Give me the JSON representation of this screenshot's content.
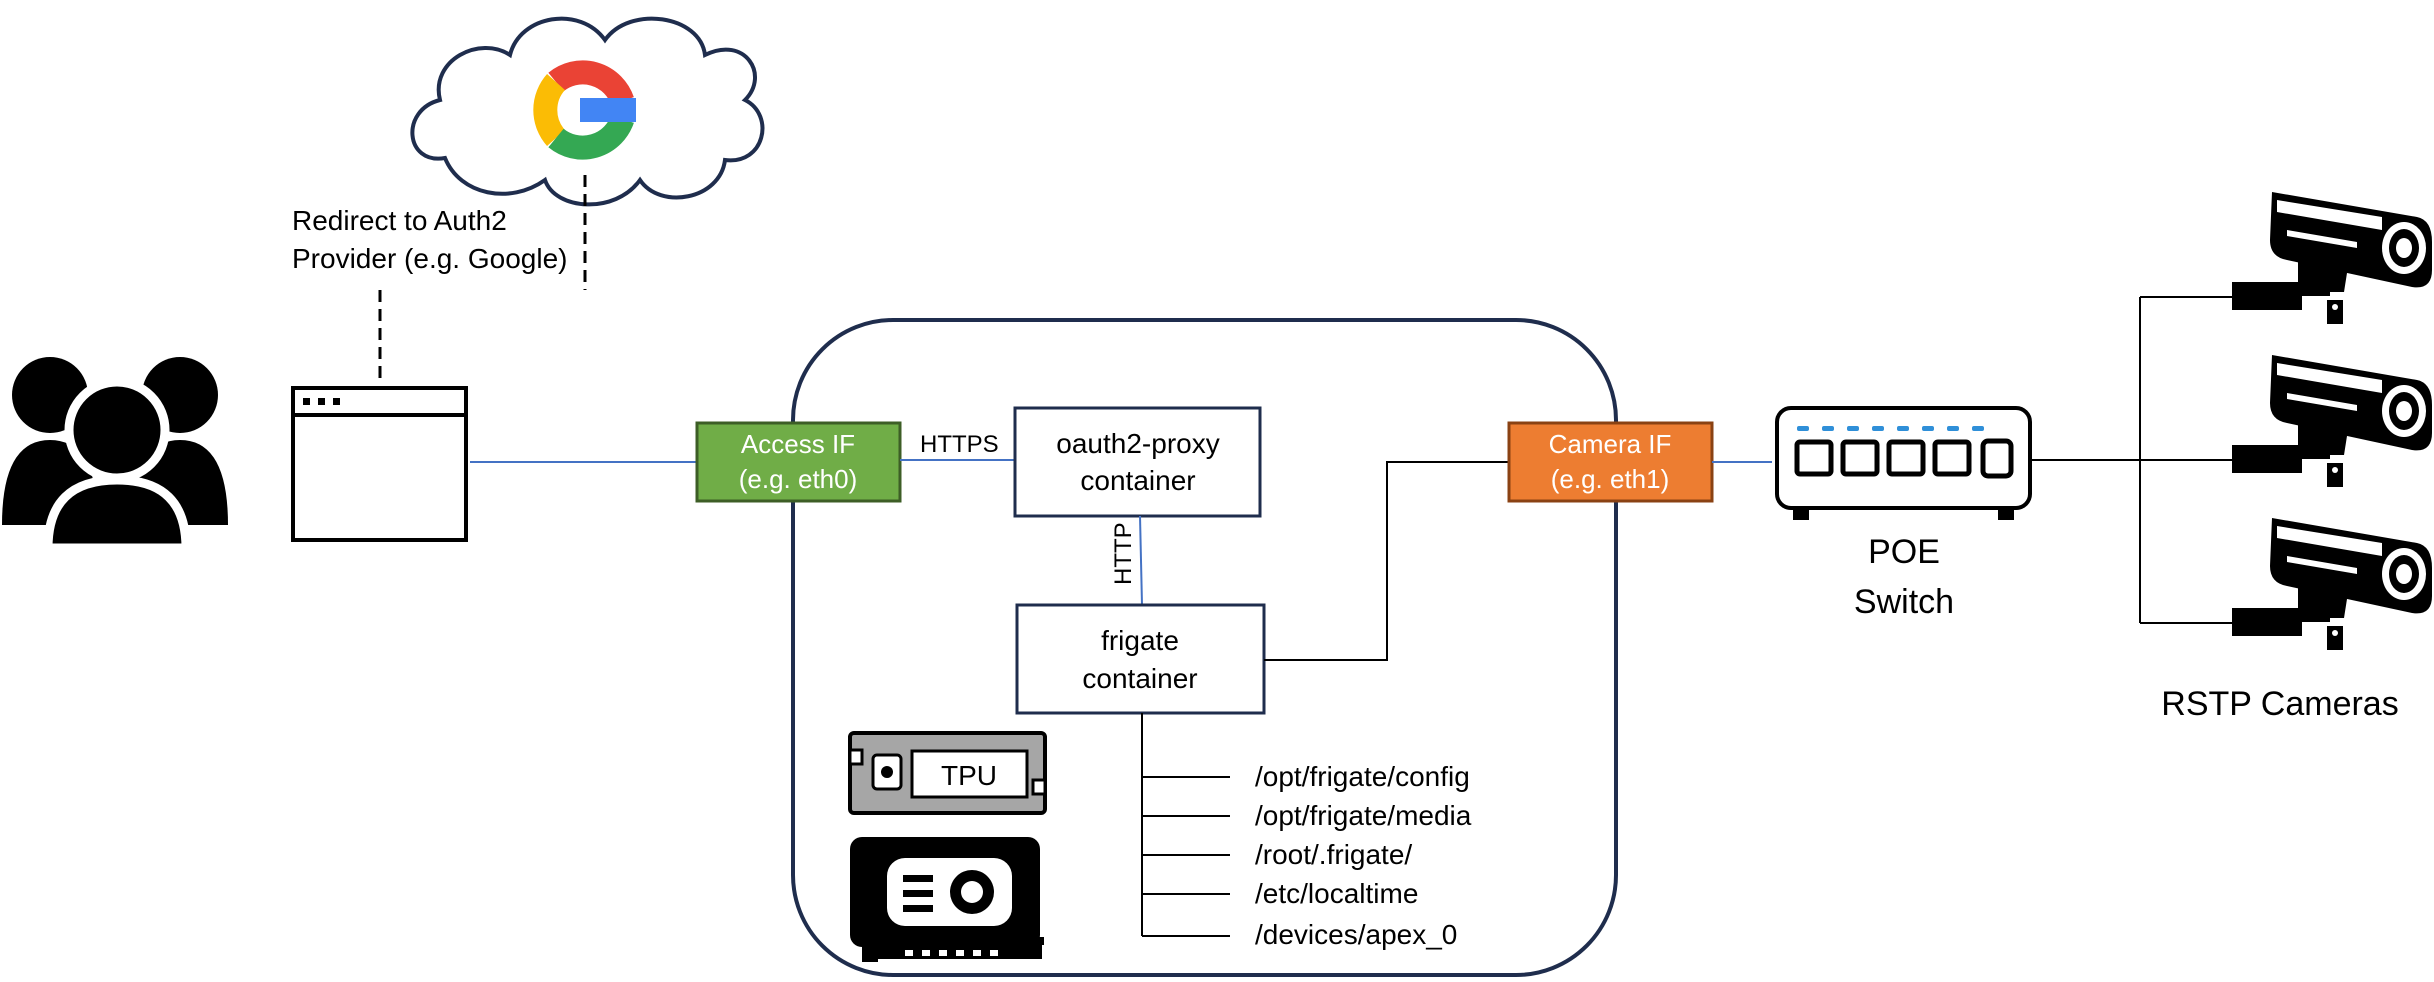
{
  "labels": {
    "redirect_line1": "Redirect to Auth2",
    "redirect_line2": "Provider (e.g. Google)",
    "access_if_line1": "Access IF",
    "access_if_line2": "(e.g. eth0)",
    "https": "HTTPS",
    "http": "HTTP",
    "oauth_line1": "oauth2-proxy",
    "oauth_line2": "container",
    "frigate_line1": "frigate",
    "frigate_line2": "container",
    "camera_if_line1": "Camera IF",
    "camera_if_line2": "(e.g. eth1)",
    "poe_line1": "POE",
    "poe_line2": "Switch",
    "cameras": "RSTP Cameras",
    "tpu": "TPU"
  },
  "volumes": [
    "/opt/frigate/config",
    "/opt/frigate/media",
    "/root/.frigate/",
    "/etc/localtime",
    "/devices/apex_0"
  ],
  "colors": {
    "access_if": "#70ad47",
    "camera_if": "#ed7d31",
    "link_blue": "#4472c4",
    "frame": "#1f2d4d",
    "switch_led": "#2f8fd8",
    "google_blue": "#4285F4",
    "google_red": "#EA4335",
    "google_yellow": "#FBBC05",
    "google_green": "#34A853"
  },
  "icons": [
    "users-icon",
    "cloud-icon",
    "google-logo-icon",
    "browser-window-icon",
    "tpu-icon",
    "gpu-card-icon",
    "poe-switch-icon",
    "camera-icon"
  ]
}
